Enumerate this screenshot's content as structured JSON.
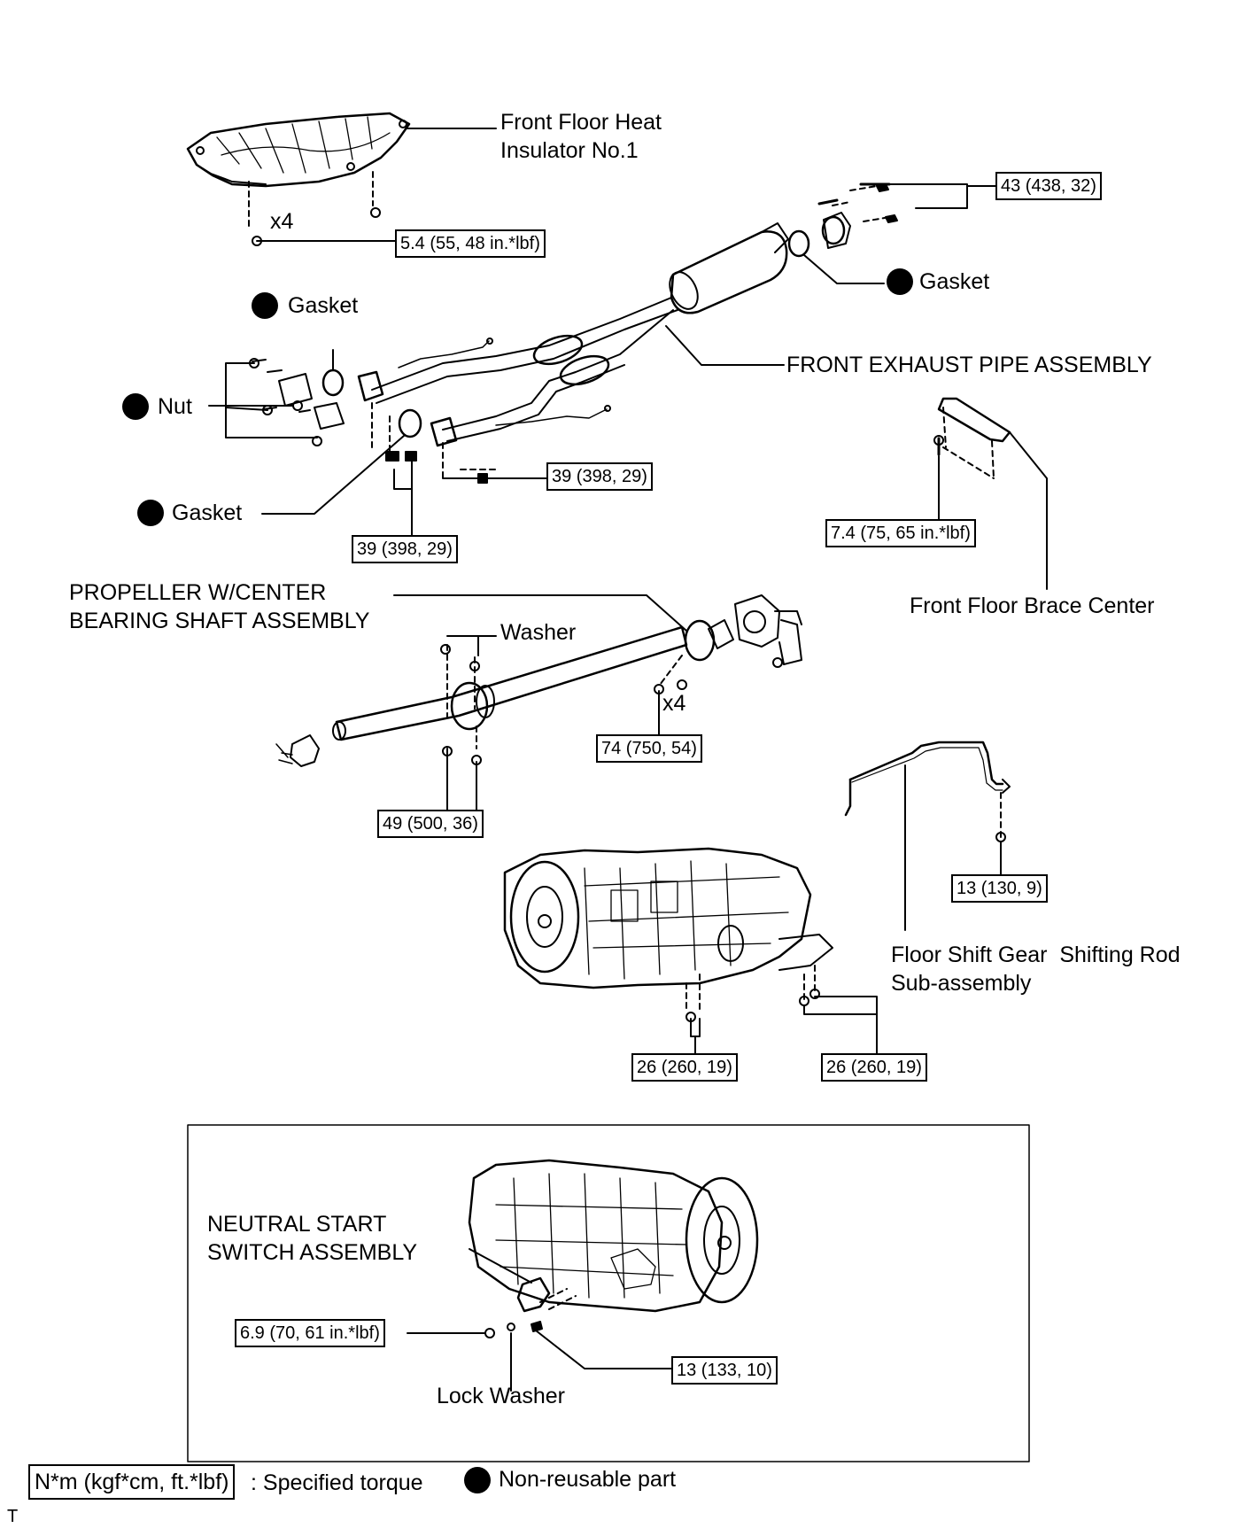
{
  "labels": {
    "heat_insulator": "Front Floor Heat\nInsulator No.1",
    "x4_top": "x4",
    "gasket_left_top": "Gasket",
    "gasket_right": "Gasket",
    "nut": "Nut",
    "gasket_left_bottom": "Gasket",
    "front_exhaust": "FRONT EXHAUST PIPE ASSEMBLY",
    "propeller": "PROPELLER W/CENTER\nBEARING SHAFT ASSEMBLY",
    "washer": "Washer",
    "x4_prop": "x4",
    "brace_center": "Front Floor Brace Center",
    "shift_rod": "Floor Shift Gear  Shifting Rod\nSub-assembly",
    "neutral_switch": "NEUTRAL START\nSWITCH ASSEMBLY",
    "lock_washer": "Lock Washer",
    "corner": "T"
  },
  "torques": {
    "t_43": "43 (438, 32)",
    "t_5_4": "5.4 (55, 48 in.*lbf)",
    "t_39_right": "39 (398, 29)",
    "t_39_left": "39 (398, 29)",
    "t_7_4": "7.4 (75, 65 in.*lbf)",
    "t_74": "74 (750, 54)",
    "t_49": "49 (500, 36)",
    "t_13_rod": "13 (130, 9)",
    "t_26_left": "26 (260, 19)",
    "t_26_right": "26 (260, 19)",
    "t_6_9": "6.9 (70, 61 in.*lbf)",
    "t_13_switch": "13 (133, 10)"
  },
  "legend": {
    "torque_box": "N*m (kgf*cm, ft.*lbf)",
    "torque_text": ": Specified torque",
    "nonreusable_text": "Non-reusable part"
  }
}
